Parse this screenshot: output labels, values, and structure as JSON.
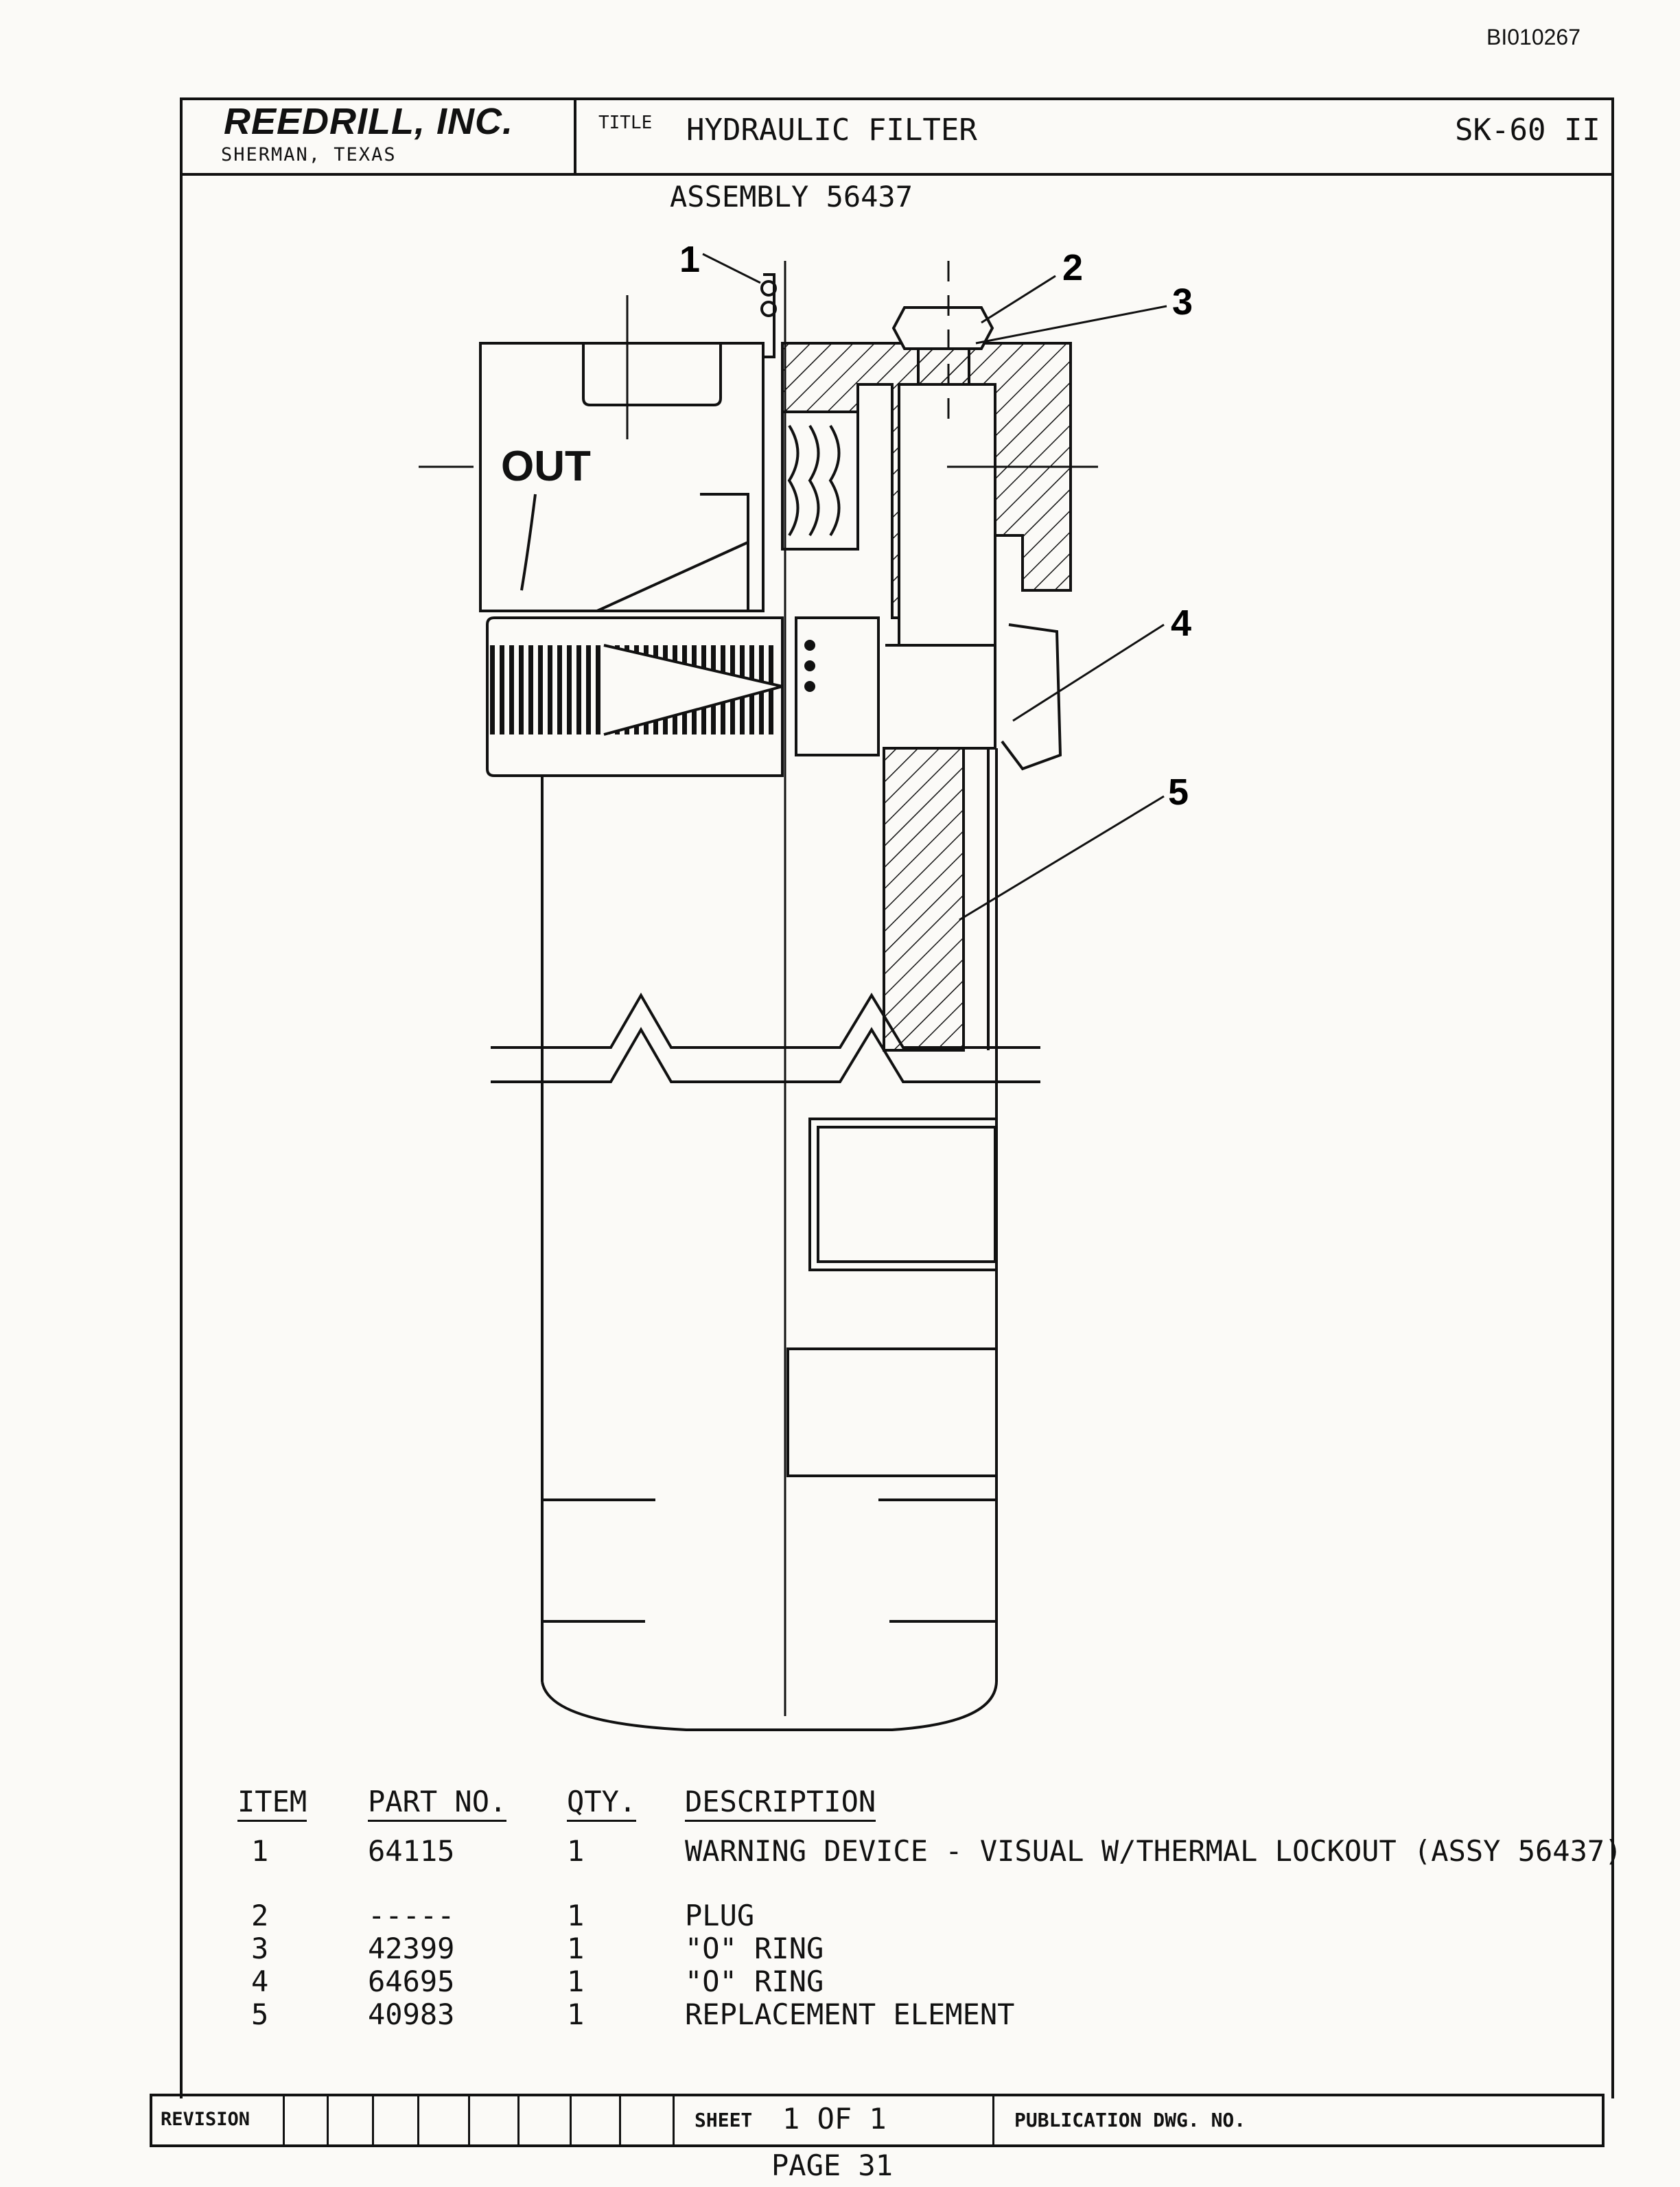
{
  "document_id": "BI010267",
  "header": {
    "company": "REEDRILL, INC.",
    "location": "SHERMAN, TEXAS",
    "title_label": "TITLE",
    "title": "HYDRAULIC FILTER",
    "model": "SK-60 II"
  },
  "assembly": "ASSEMBLY 56437",
  "drawing": {
    "port_label": "OUT",
    "callouts": [
      "1",
      "2",
      "3",
      "4",
      "5"
    ]
  },
  "parts_table": {
    "headers": {
      "item": "ITEM",
      "part_no": "PART NO.",
      "qty": "QTY.",
      "description": "DESCRIPTION"
    },
    "rows": [
      {
        "item": "1",
        "part_no": "64115",
        "qty": "1",
        "description": "WARNING DEVICE - VISUAL W/THERMAL LOCKOUT (ASSY 56437)"
      },
      {
        "item": "2",
        "part_no": "-----",
        "qty": "1",
        "description": "PLUG"
      },
      {
        "item": "3",
        "part_no": "42399",
        "qty": "1",
        "description": "\"O\" RING"
      },
      {
        "item": "4",
        "part_no": "64695",
        "qty": "1",
        "description": "\"O\" RING"
      },
      {
        "item": "5",
        "part_no": "40983",
        "qty": "1",
        "description": "REPLACEMENT ELEMENT"
      }
    ]
  },
  "footer": {
    "revision_label": "REVISION",
    "sheet_label": "SHEET",
    "sheet_value": "1 OF 1",
    "publication_label": "PUBLICATION DWG. NO."
  },
  "page_number": "PAGE 31"
}
